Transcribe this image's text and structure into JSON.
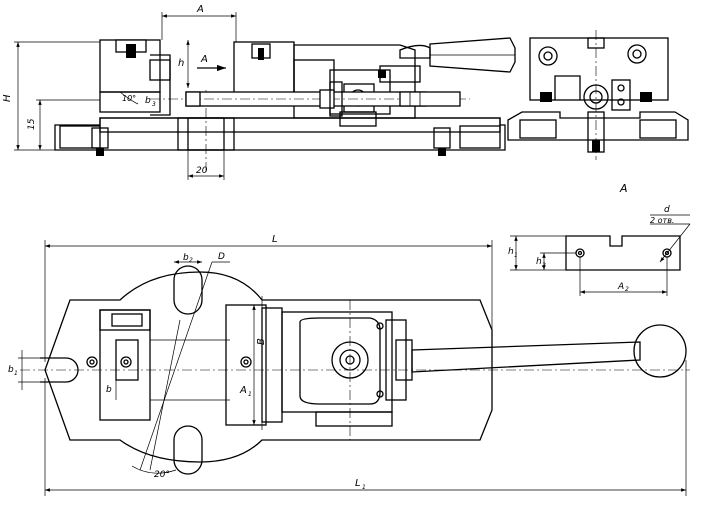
{
  "labels": {
    "A_top": "A",
    "h": "h",
    "A_arrow": "A",
    "H": "H",
    "dim_15": "15",
    "angle_top": "10°",
    "b3": "b",
    "b3_sub": "3",
    "dim_20": "20",
    "view_A": "A",
    "L": "L",
    "b2": "b",
    "b2_sub": "2",
    "D": "D",
    "B": "B",
    "A1": "A",
    "A1_sub": "1",
    "b1": "b",
    "b1_sub": "1",
    "b": "b",
    "angle_bottom": "20°",
    "L1": "L",
    "L1_sub": "1",
    "h1": "h",
    "h1_sub": "1",
    "h2": "h",
    "h2_sub": "2",
    "A2": "A",
    "A2_sub": "2",
    "d": "d",
    "holes": "2 отв."
  }
}
